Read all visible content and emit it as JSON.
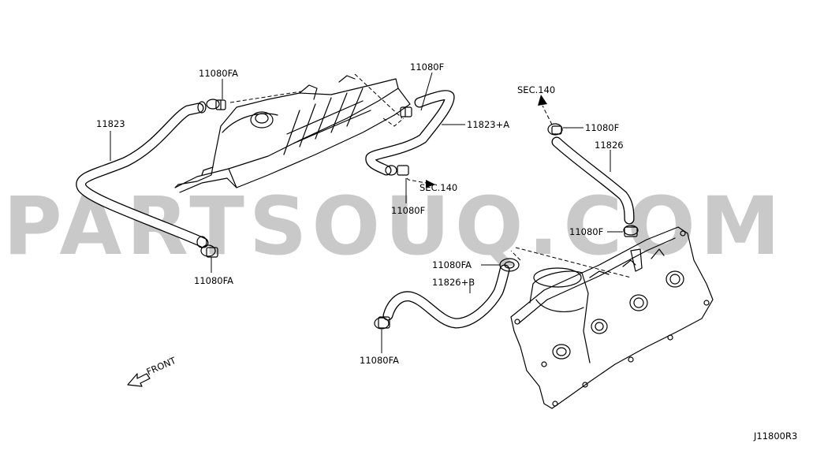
{
  "watermark": "PARTSOUQ.COM",
  "diagram_code": "J11800R3",
  "front_label": "FRONT",
  "labels": {
    "clamp_top_left": "11080FA",
    "hose_left": "11823",
    "clamp_bottom_left": "11080FA",
    "clamp_top_mid": "11080F",
    "hose_mid": "11823+A",
    "sec_mid": "SEC.140",
    "clamp_mid_low": "11080F",
    "sec_right": "SEC.140",
    "clamp_right_top": "11080F",
    "hose_right": "11826",
    "clamp_right_mid": "11080F",
    "clamp_mid_right": "11080FA",
    "hose_bottom": "11826+B",
    "clamp_bottom": "11080FA"
  },
  "colors": {
    "line": "#000000",
    "watermark": "#c9c9c9",
    "background": "#ffffff"
  }
}
